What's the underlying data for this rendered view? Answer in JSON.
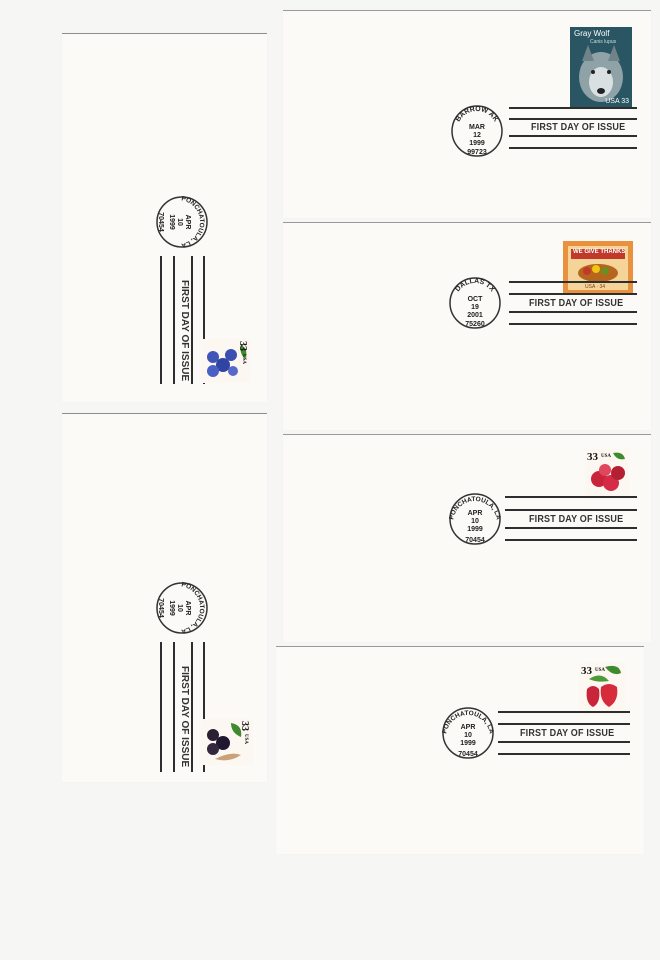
{
  "covers": {
    "wolf": {
      "stamp": {
        "title": "Gray Wolf",
        "sub": "Canis lupus",
        "usa": "USA 33"
      },
      "postmark": {
        "city": "BARROW AK",
        "month": "MAR",
        "day": "12",
        "year": "1999",
        "zip": "99723"
      },
      "cancel_text": "FIRST DAY OF ISSUE"
    },
    "thanks": {
      "stamp": {
        "banner": "WE GIVE THANKS",
        "usa": "USA · 34"
      },
      "postmark": {
        "city": "DALLAS TX",
        "month": "OCT",
        "day": "19",
        "year": "2001",
        "zip": "75260"
      },
      "cancel_text": "FIRST DAY OF ISSUE"
    },
    "raspberry": {
      "stamp": {
        "denom": "33",
        "usa": "USA"
      },
      "postmark": {
        "city": "PONCHATOULA, LA",
        "month": "APR",
        "day": "10",
        "year": "1999",
        "zip": "70454"
      },
      "cancel_text": "FIRST DAY OF ISSUE"
    },
    "strawberry": {
      "stamp": {
        "denom": "33",
        "usa": "USA"
      },
      "postmark": {
        "city": "PONCHATOULA, LA",
        "month": "APR",
        "day": "10",
        "year": "1999",
        "zip": "70454"
      },
      "cancel_text": "FIRST DAY OF ISSUE"
    },
    "blueberry": {
      "stamp": {
        "denom": "33",
        "usa": "USA"
      },
      "postmark": {
        "city": "PONCHATOULA, LA",
        "month": "APR",
        "day": "10",
        "year": "1999",
        "zip": "70454"
      },
      "cancel_text": "FIRST DAY OF ISSUE"
    },
    "blackberry": {
      "stamp": {
        "denom": "33",
        "usa": "USA"
      },
      "postmark": {
        "city": "PONCHATOULA, LA",
        "month": "APR",
        "day": "10",
        "year": "1999",
        "zip": "70454"
      },
      "cancel_text": "FIRST DAY OF ISSUE"
    }
  },
  "colors": {
    "ink": "#2e2e2e",
    "paper": "#fbfaf7",
    "wolf_bg": "#2d5a66",
    "thanks_frame": "#e88b3a",
    "berry_red": "#c8243a",
    "blueberry": "#3f55b8",
    "leaf": "#3f8a2e"
  }
}
